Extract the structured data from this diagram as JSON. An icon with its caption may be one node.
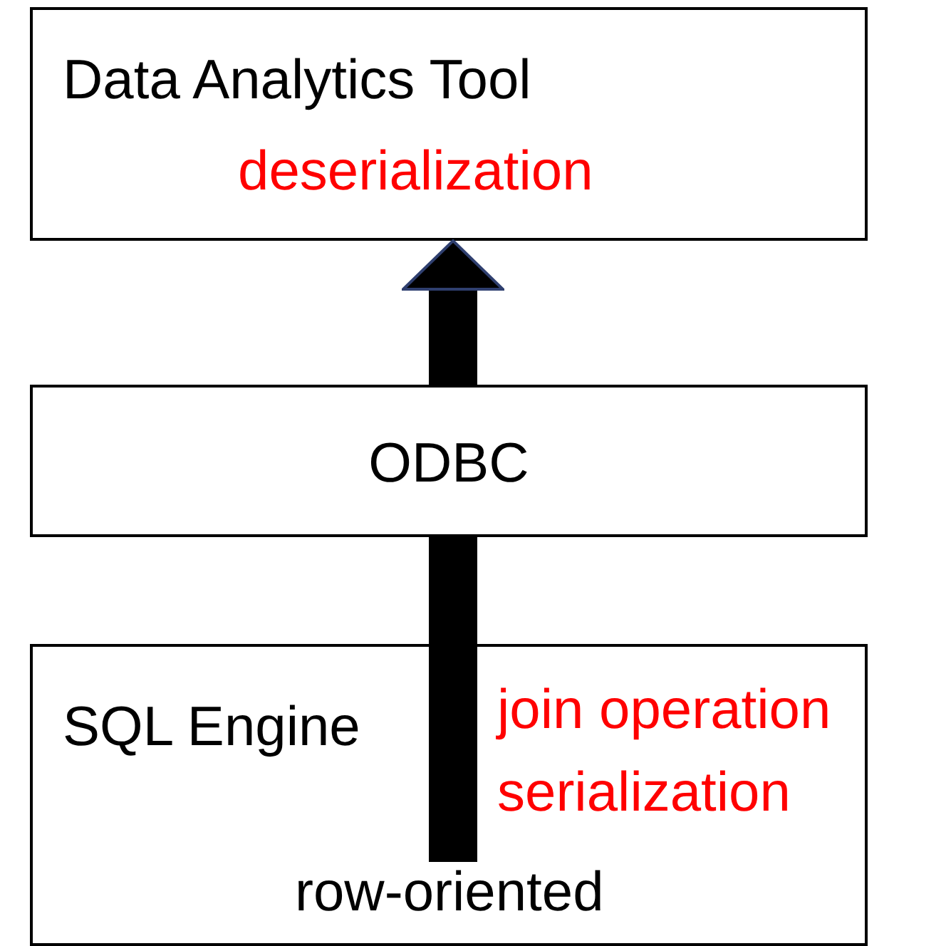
{
  "diagram": {
    "nodes": [
      {
        "text": [
          "Data Analytics Tool",
          "deserialization"
        ]
      },
      {
        "text": [
          "ODBC"
        ]
      },
      {
        "text": [
          "SQL Engine",
          "join operation serialization",
          "row-oriented"
        ]
      }
    ],
    "edges": [
      {
        "from": 2,
        "to": 1,
        "arrow": "none"
      },
      {
        "from": 1,
        "to": 0,
        "arrow": "to"
      }
    ]
  }
}
